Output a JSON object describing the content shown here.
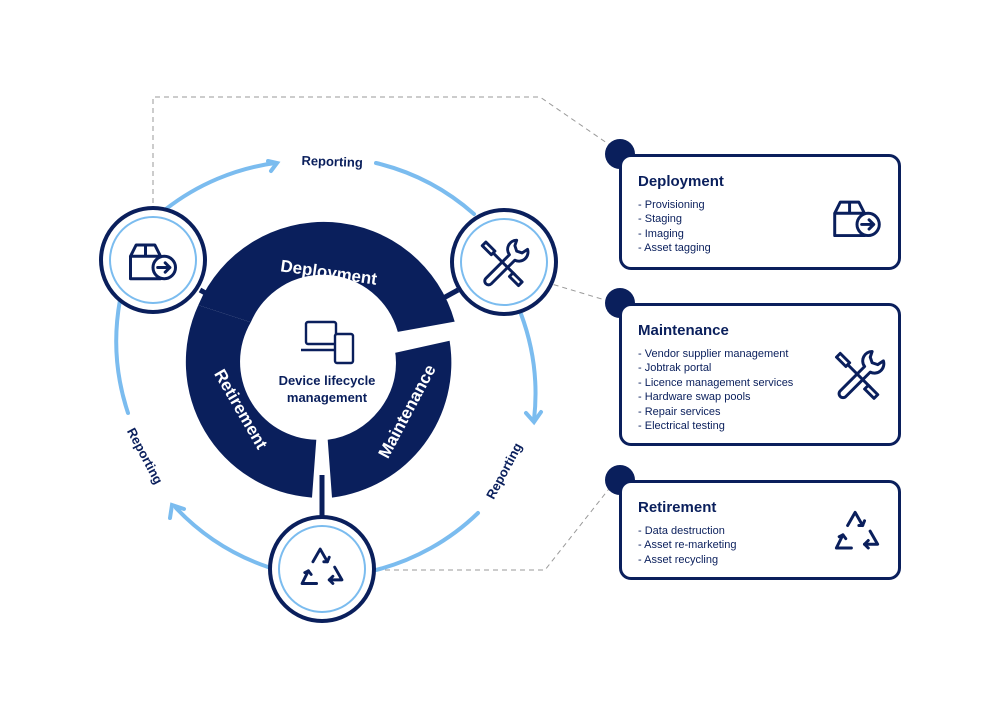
{
  "center": {
    "title_line1": "Device lifecycle",
    "title_line2": "management"
  },
  "ring_labels": {
    "deployment": "Deployment",
    "maintenance": "Maintenance",
    "retirement": "Retirement"
  },
  "arrow_labels": {
    "top": "Reporting",
    "right": "Reporting",
    "left": "Reporting"
  },
  "cards": [
    {
      "title": "Deployment",
      "icon": "box-arrow-icon",
      "items": [
        "Provisioning",
        "Staging",
        "Imaging",
        "Asset tagging"
      ]
    },
    {
      "title": "Maintenance",
      "icon": "tools-icon",
      "items": [
        "Vendor supplier management",
        "Jobtrak portal",
        "Licence management services",
        "Hardware swap pools",
        "Repair services",
        "Electrical testing"
      ]
    },
    {
      "title": "Retirement",
      "icon": "recycle-icon",
      "items": [
        "Data destruction",
        "Asset re-marketing",
        "Asset recycling"
      ]
    }
  ],
  "colors": {
    "navy": "#0a1f5c",
    "light_blue": "#7bbcef",
    "connector_gray": "#9a9a9a",
    "white": "#ffffff"
  }
}
